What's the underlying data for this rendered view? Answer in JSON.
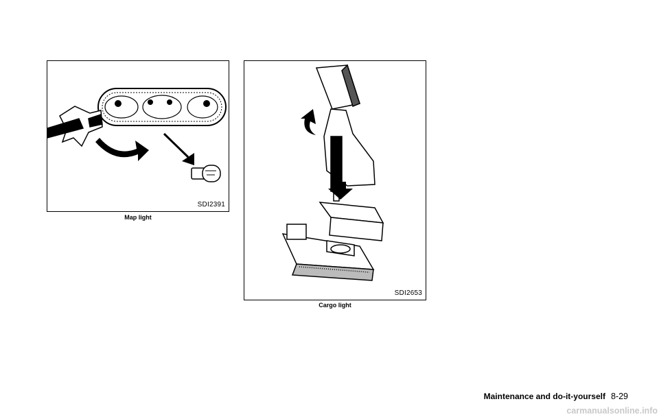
{
  "figures": [
    {
      "code": "SDI2391",
      "caption": "Map light"
    },
    {
      "code": "SDI2653",
      "caption": "Cargo light"
    }
  ],
  "footer": {
    "section": "Maintenance and do-it-yourself",
    "page": "8-29"
  },
  "watermark": "carmanualsonline.info"
}
